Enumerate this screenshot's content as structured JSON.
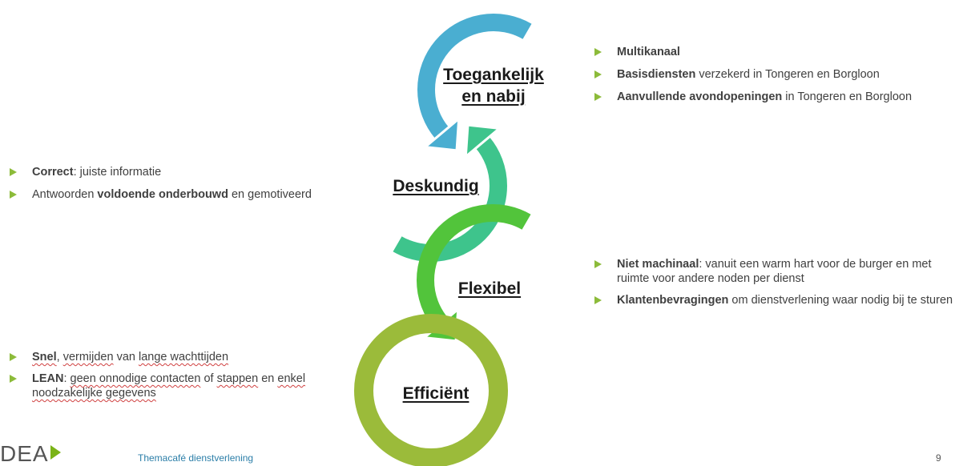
{
  "stages": [
    {
      "label_line1": "Toegankelijk",
      "label_line2": "en nabij",
      "color": "#4aaed1"
    },
    {
      "label_line1": "Deskundig",
      "color": "#3ec48c"
    },
    {
      "label_line1": "Flexibel",
      "color": "#52c43b"
    },
    {
      "label_line1": "Efficiënt",
      "color": "#9bbb3a"
    }
  ],
  "bullets_accessible": [
    {
      "bold": "Multikanaal",
      "rest": ""
    },
    {
      "bold": "Basisdiensten",
      "rest": " verzekerd in Tongeren en Borgloon"
    },
    {
      "bold": "Aanvullende avondopeningen",
      "rest": " in Tongeren en Borgloon"
    }
  ],
  "bullets_expert": [
    {
      "bold": "Correct",
      "rest": ": juiste informatie"
    },
    {
      "pre": "Antwoorden ",
      "bold": "voldoende onderbouwd",
      "rest": " en gemotiveerd"
    }
  ],
  "bullets_flexible": [
    {
      "bold": "Niet machinaal",
      "rest": ": vanuit een warm hart voor de burger en met ruimte voor andere noden per dienst"
    },
    {
      "bold": "Klantenbevragingen",
      "rest": " om dienstverlening waar nodig bij te sturen"
    }
  ],
  "bullets_efficient": [
    {
      "bold": "Snel",
      "rest_a": ", ",
      "squig_a": "vermijden",
      "rest_b": " van ",
      "squig_b": "lange wachttijden"
    },
    {
      "bold": "LEAN",
      "rest_a": ": ",
      "squig_a": "geen onnodige contacten",
      "rest_b": " of ",
      "squig_b": "stappen",
      "rest_c": " en ",
      "squig_c": "enkel noodzakelijke gegevens"
    }
  ],
  "bullet_color": "#8cbb3a",
  "footer": {
    "logo": "DEA",
    "title": "Themacafé dienstverlening",
    "page": "9"
  }
}
